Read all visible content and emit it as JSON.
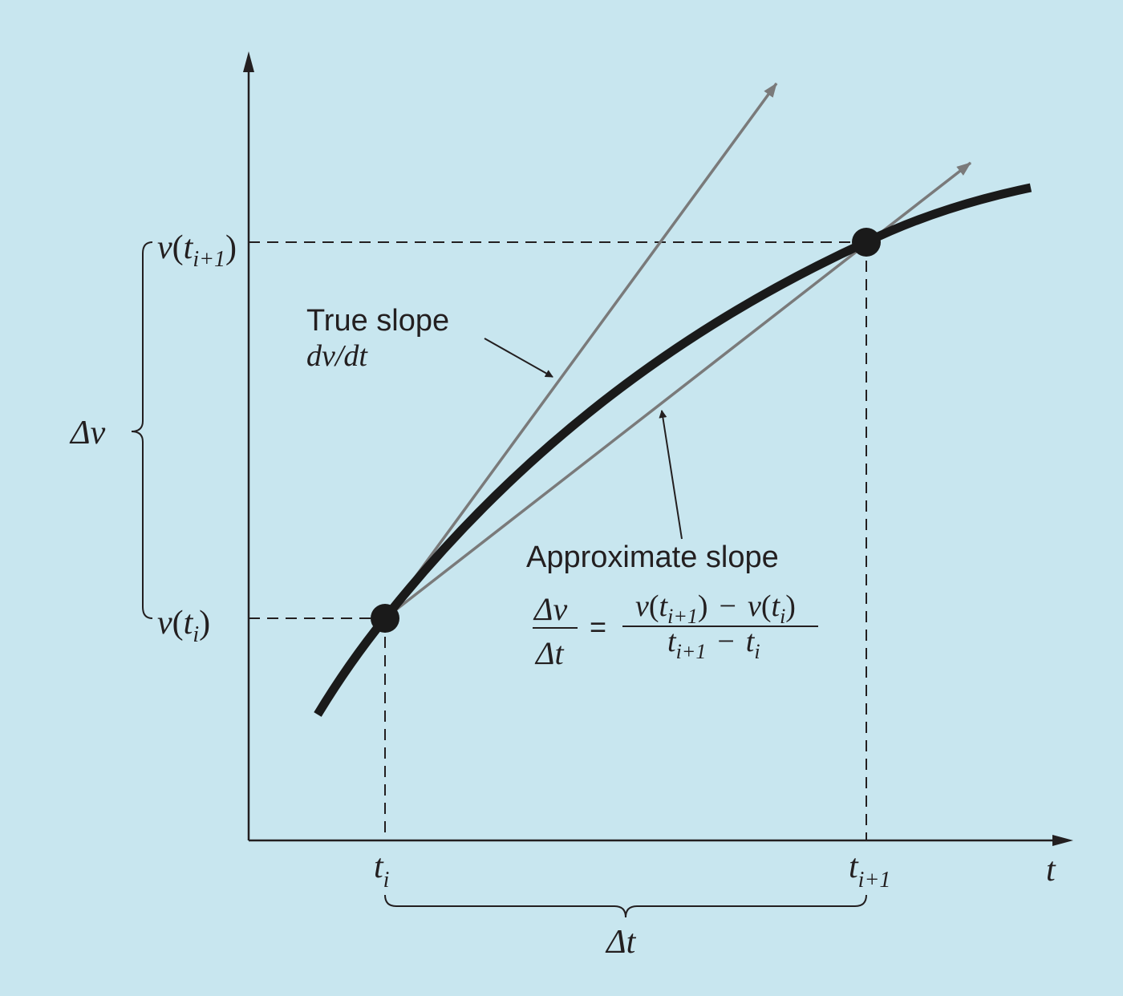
{
  "labels": {
    "v_ti1": {
      "v": "v",
      "open": "(",
      "t": "t",
      "sub": "i+1",
      "close": ")"
    },
    "v_ti": {
      "v": "v",
      "open": "(",
      "t": "t",
      "sub": "i",
      "close": ")"
    },
    "delta_v": "Δv",
    "t_i": {
      "t": "t",
      "sub": "i"
    },
    "t_i1": {
      "t": "t",
      "sub": "i+1"
    },
    "t_axis": "t",
    "delta_t": "Δt",
    "true_slope": "True slope",
    "true_slope_expr": "dv/dt",
    "approx_slope": "Approximate slope",
    "formula": {
      "lhs_num": "Δv",
      "lhs_den": "Δt",
      "equals": "=",
      "rhs_num": {
        "v1": "v",
        "open1": "(",
        "t1": "t",
        "sub1": "i+1",
        "close1": ")",
        "minus": "−",
        "v2": "v",
        "open2": "(",
        "t2": "t",
        "sub2": "i",
        "close2": ")"
      },
      "rhs_den": {
        "t1": "t",
        "sub1": "i+1",
        "minus": "−",
        "t2": "t",
        "sub2": "i"
      }
    }
  },
  "colors": {
    "background": "#c8e6ef",
    "curve": "#1a1a1a",
    "slope_lines": "#7a7a7a",
    "axes": "#231f20",
    "text": "#231f20"
  }
}
